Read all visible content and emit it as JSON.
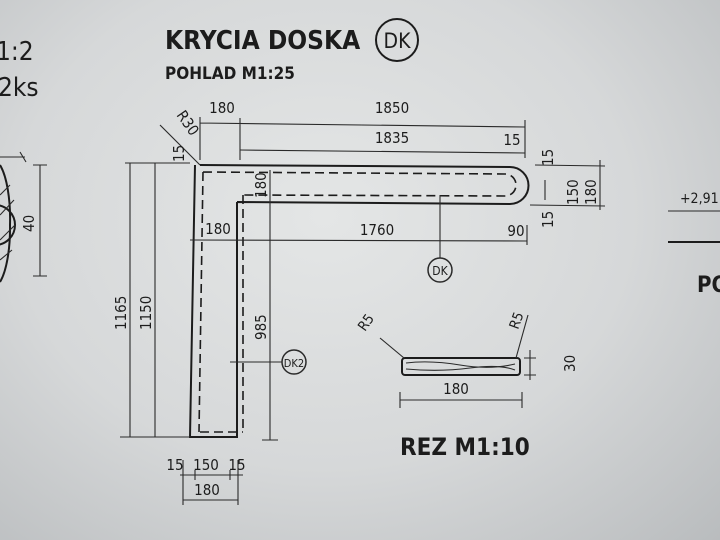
{
  "title": "KRYCIA DOSKA",
  "title_tag": "DK",
  "subtitle": "POHLAD M1:25",
  "left_partial": {
    "scale": "1:2",
    "count": "2ks",
    "dim": "40"
  },
  "plan_dims": {
    "d180_top": "180",
    "d1850": "1850",
    "d1835": "1835",
    "d15_top": "15",
    "r30": "R30",
    "d15_left": "15",
    "d1165": "1165",
    "d1150": "1150",
    "d180_arm": "180",
    "d180_mid": "180",
    "d1760": "1760",
    "d90": "90",
    "d15_r1": "15",
    "d150_r": "150",
    "d180_r": "180",
    "d15_r2": "15",
    "d985": "985",
    "b15a": "15",
    "b150": "150",
    "b15b": "15",
    "b180": "180"
  },
  "labels": {
    "dk": "DK",
    "dk2": "DK2"
  },
  "section": {
    "r5_left": "R5",
    "r5_right": "R5",
    "d30": "30",
    "d180": "180",
    "title": "REZ M1:10"
  },
  "right_partial": {
    "level": "+2,91",
    "heading": "PO"
  }
}
